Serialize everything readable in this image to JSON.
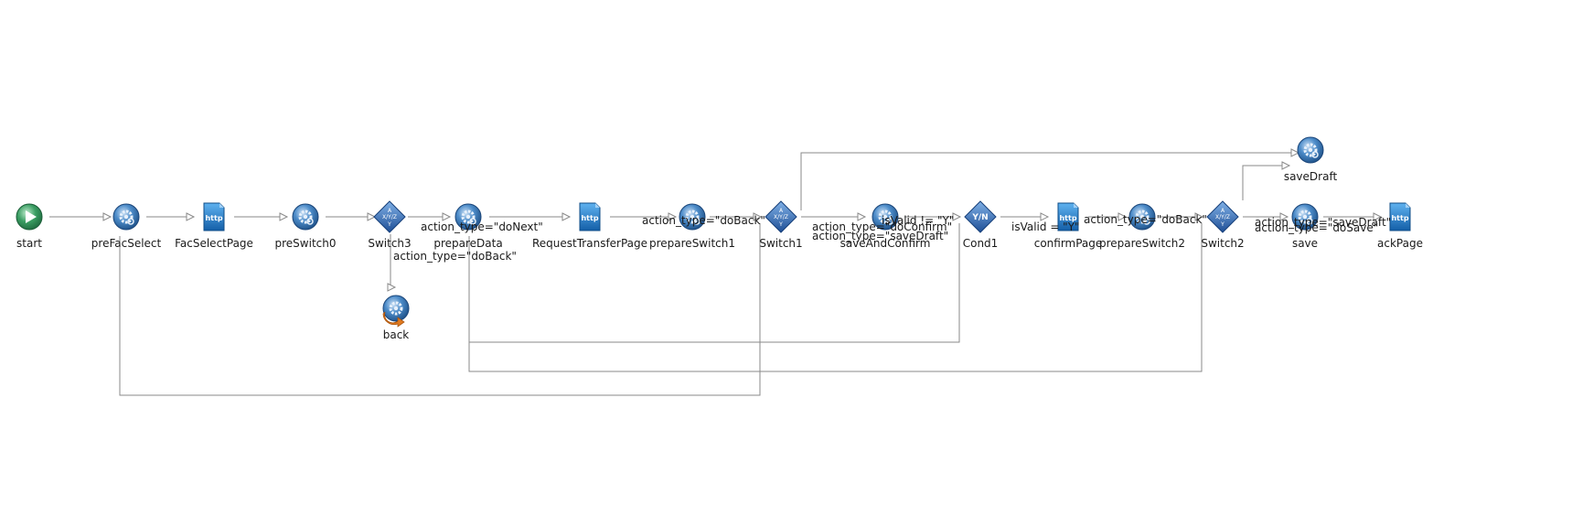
{
  "nodes": [
    {
      "id": "start",
      "label": "start",
      "icon": "start-icon"
    },
    {
      "id": "preFacSelect",
      "label": "preFacSelect",
      "icon": "gear-icon"
    },
    {
      "id": "FacSelectPage",
      "label": "FacSelectPage",
      "icon": "http-page-icon"
    },
    {
      "id": "preSwitch0",
      "label": "preSwitch0",
      "icon": "gear-icon"
    },
    {
      "id": "Switch3",
      "label": "Switch3",
      "icon": "switch-icon"
    },
    {
      "id": "prepareData",
      "label": "prepareData",
      "icon": "gear-icon"
    },
    {
      "id": "RequestTransferPage",
      "label": "RequestTransferPage",
      "icon": "http-page-icon"
    },
    {
      "id": "prepareSwitch1",
      "label": "prepareSwitch1",
      "icon": "gear-icon"
    },
    {
      "id": "Switch1",
      "label": "Switch1",
      "icon": "switch-icon"
    },
    {
      "id": "saveAndConfirm",
      "label": "saveAndConfirm",
      "icon": "gear-icon"
    },
    {
      "id": "Cond1",
      "label": "Cond1",
      "icon": "condition-icon"
    },
    {
      "id": "confirmPage",
      "label": "confirmPage",
      "icon": "http-page-icon"
    },
    {
      "id": "prepareSwitch2",
      "label": "prepareSwitch2",
      "icon": "gear-icon"
    },
    {
      "id": "Switch2",
      "label": "Switch2",
      "icon": "switch-icon"
    },
    {
      "id": "save",
      "label": "save",
      "icon": "gear-icon"
    },
    {
      "id": "ackPage",
      "label": "ackPage",
      "icon": "http-page-icon"
    },
    {
      "id": "saveDraft",
      "label": "saveDraft",
      "icon": "gear-icon"
    },
    {
      "id": "back",
      "label": "back",
      "icon": "back-gear-icon"
    }
  ],
  "edge_labels": {
    "doNext": "action_type=\"doNext\"",
    "doBack_switch3": "action_type=\"doBack\"",
    "doBack_switch1": "action_type=\"doBack\"",
    "doConfirm": "action_type=\"doConfirm\"",
    "saveDraft_switch1": "action_type=\"saveDraft\"",
    "notValid": "isValid != \"Y\"",
    "isValid": "isValid = \"Y\"",
    "doBack_switch2": "action_type=\"doBack\"",
    "saveDraft_switch2": "action_type=\"saveDraft\"",
    "doSave": "action_type=\"doSave\""
  },
  "colors": {
    "edge": "#8a8a8a",
    "gear_blue": "#2f6fb0",
    "start_green": "#2e8b57",
    "http_blue": "#1f73c9",
    "switch_blue": "#2a66b8",
    "back_orange": "#e07a1f"
  }
}
